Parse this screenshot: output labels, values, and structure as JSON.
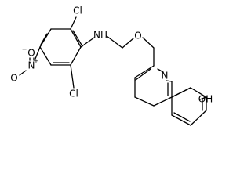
{
  "molecule": {
    "atom_labels": {
      "cl_top": "Cl",
      "cl_bottom": "Cl",
      "nh": "NH",
      "oxygen_ether": "O",
      "nitro_n": "N",
      "nitro_n_charge": "+",
      "nitro_o_top": "O",
      "nitro_o_top_charge": "−",
      "nitro_o_left": "O",
      "quinoline_n": "N",
      "hydroxyl": "OH"
    },
    "colors": {
      "bond": "#000000",
      "label": "#000000",
      "background": "#ffffff"
    }
  }
}
